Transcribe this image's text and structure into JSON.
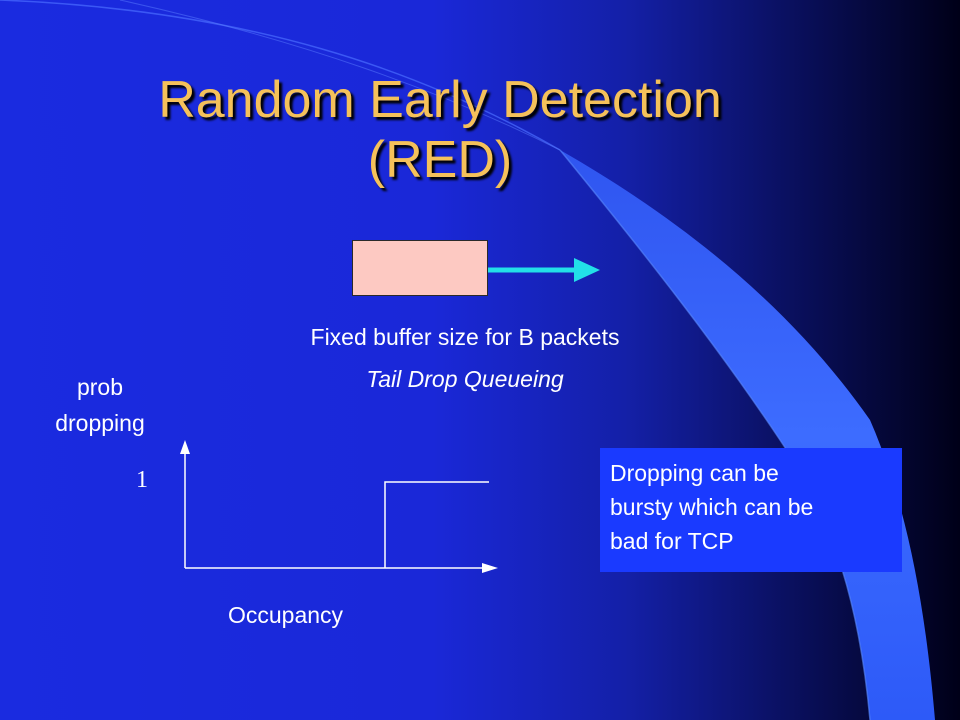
{
  "slide": {
    "title_line_1": "Random Early Detection",
    "title_line_2": "(RED)",
    "title_color": "#f5c15a",
    "background_color": "#1a2be0",
    "accent_wave_color": "#3b6cff"
  },
  "buffer": {
    "fill_color": "#fdc9c2",
    "arrow_color": "#22e0e8"
  },
  "captions": {
    "line_1": "Fixed buffer size for B packets",
    "line_2": "Tail Drop Queueing"
  },
  "graph": {
    "y_label_line_1": "prob",
    "y_label_line_2": "dropping",
    "y_tick": "1",
    "x_label": "Occupancy"
  },
  "note": {
    "line_1": "Dropping can be",
    "line_2": "bursty which can be",
    "line_3": "bad for TCP",
    "box_color": "#1a3aff"
  }
}
